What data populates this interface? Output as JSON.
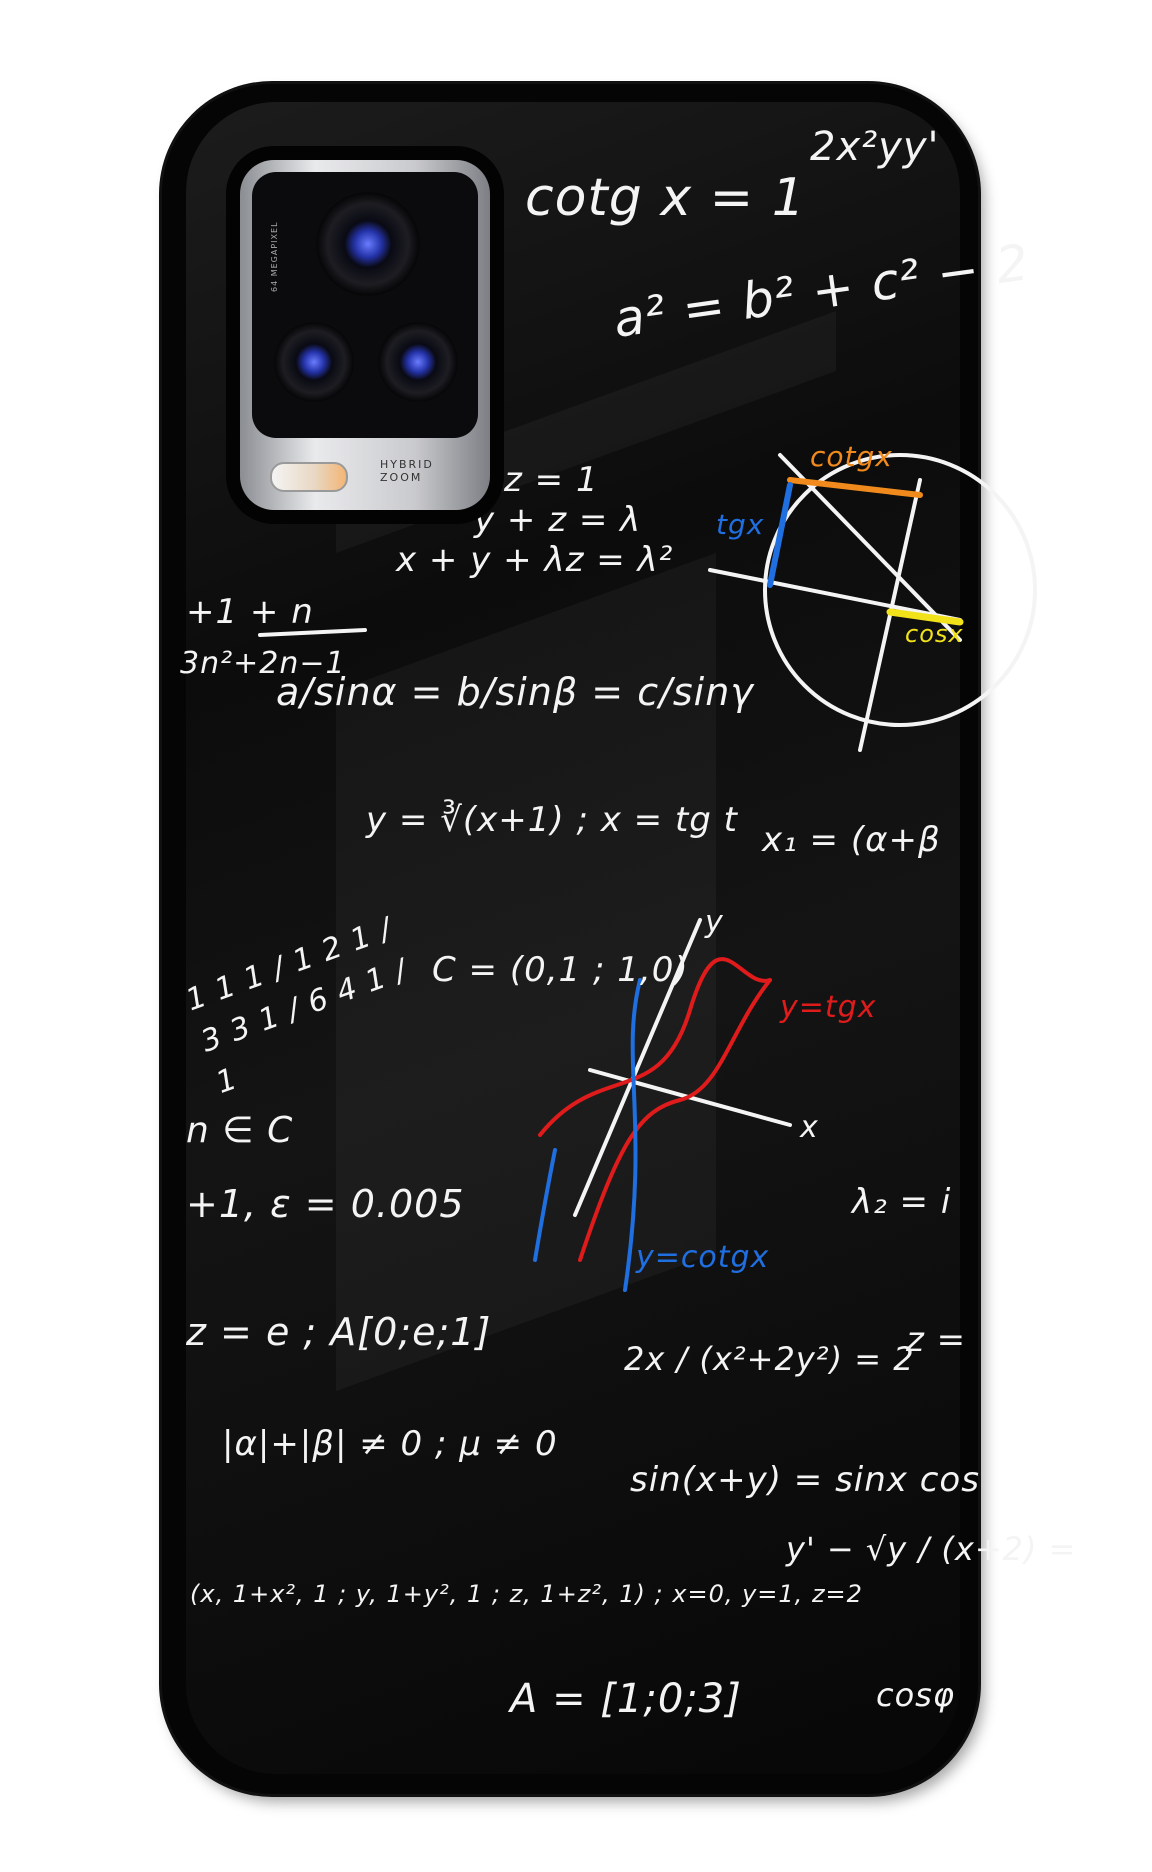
{
  "camera": {
    "sensor_label": "64 MEGAPIXEL",
    "zoom_label_line1": "HYBRID",
    "zoom_label_line2": "ZOOM"
  },
  "formulas": [
    "2x²yy'",
    "cotg x = 1",
    "a² = b² + c² − 2",
    "z = 1",
    "y + z = λ",
    "x + y + λz = λ²",
    "+1 + n",
    "3n²+2n−1",
    "a/sinα = b/sinβ = c/sinγ",
    "y = ∛(x+1)   ; x = tg t",
    "x₁ = (α+β",
    "C = (0,1 ; 1,0)",
    "n ∈ C",
    "+1, ε = 0.005",
    "λ₂ = i",
    "z = e ; A[0;e;1]",
    "2x / (x²+2y²) = 2",
    "z =",
    "|α|+|β| ≠ 0 ; μ ≠ 0",
    "sin(x+y) = sinx cos",
    "(x, 1+x², 1 ; y, 1+y², 1 ; z, 1+z², 1) ; x=0, y=1, z=2",
    "y' − √y / (x+2) =",
    "A = [1;0;3]",
    "cosφ",
    "1 1 1 / 1 2 1 / 3 3 1 / 6 4 1 / 1"
  ],
  "graph_labels": {
    "cotg": "cotgx",
    "tg": "tgx",
    "cos": "cosx",
    "y_tg": "y=tgx",
    "y_cotg": "y=cotgx",
    "axis_y": "y",
    "axis_x": "x"
  },
  "colors": {
    "case": "#050505",
    "chalk": "#f4f4f4",
    "red": "#e01b1b",
    "blue": "#1f6fe0",
    "orange": "#f08a1c",
    "yellow": "#f2e21a"
  }
}
